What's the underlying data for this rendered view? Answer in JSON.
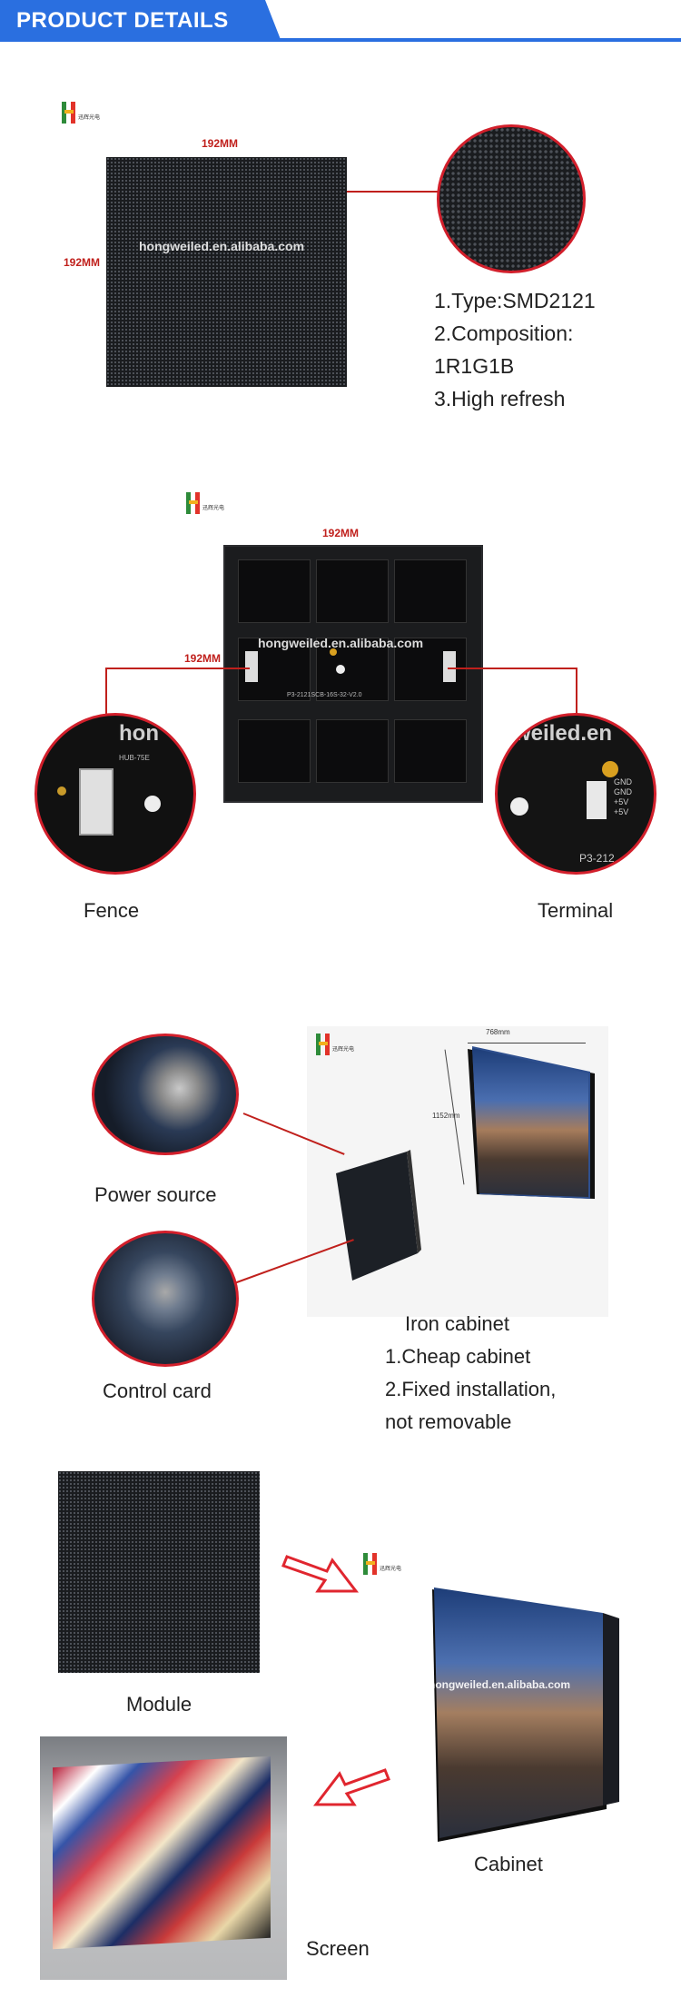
{
  "header": {
    "title": "PRODUCT DETAILS",
    "accent": "#2a6fe0"
  },
  "brand": {
    "logo_text": "迅辉光电",
    "watermark": "hongweiled.en.alibaba.com"
  },
  "section1": {
    "width_label": "192MM",
    "height_label": "192MM",
    "specs": [
      "1.Type:SMD2121",
      "2.Composition:",
      "1R1G1B",
      "3.High refresh"
    ]
  },
  "section2": {
    "width_label": "192MM",
    "height_label": "192MM",
    "board_text": "P3-2121SCB-16S-32-V2.0",
    "left_zoom_text": "hon",
    "left_zoom_label": "HUB-75E",
    "right_zoom_text": "weiled.en",
    "right_zoom_pins": [
      "GND",
      "GND",
      "+5V",
      "+5V"
    ],
    "right_zoom_label": "P3-212",
    "captions": {
      "left": "Fence",
      "right": "Terminal"
    }
  },
  "section3": {
    "dim_w": "768mm",
    "dim_h": "1152mm",
    "labels": {
      "power": "Power source",
      "control": "Control card"
    },
    "cabinet_lines": [
      "Iron cabinet",
      "1.Cheap cabinet",
      "2.Fixed installation,",
      "not removable"
    ]
  },
  "section4": {
    "labels": {
      "module": "Module",
      "cabinet": "Cabinet",
      "screen": "Screen"
    }
  }
}
